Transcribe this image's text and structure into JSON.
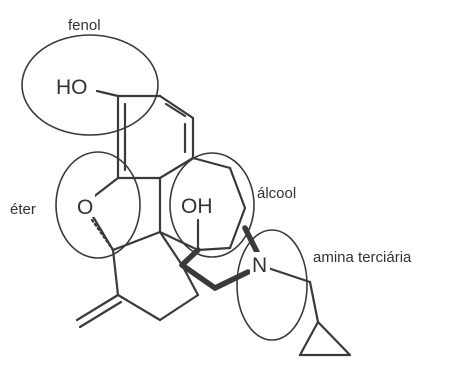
{
  "diagram": {
    "atoms": {
      "hydroxyl_phenol": "HO",
      "ether_oxygen": "O",
      "hydroxyl_alcohol": "OH",
      "amine_nitrogen": "N"
    },
    "group_labels": {
      "phenol": "fenol",
      "ether": "éter",
      "alcohol": "álcool",
      "tertiary_amine": "amina terciária"
    },
    "colors": {
      "line": "#3a3a3a",
      "text": "#333333",
      "background": "#ffffff"
    }
  }
}
